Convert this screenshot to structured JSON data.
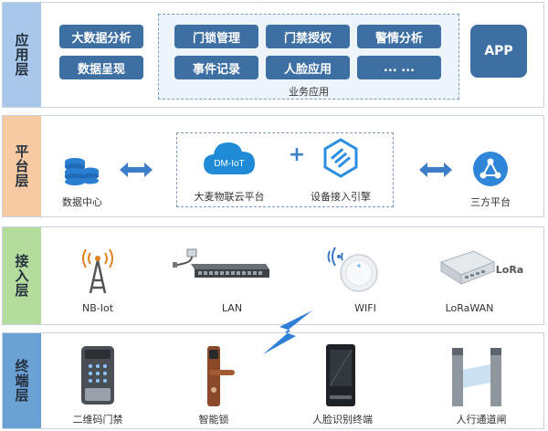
{
  "layers": {
    "app": {
      "label": "应用层",
      "left_buttons": [
        "大数据分析",
        "数据呈现"
      ],
      "business_buttons": [
        "门锁管理",
        "门禁授权",
        "警情分析",
        "事件记录",
        "人脸应用",
        "... ..."
      ],
      "business_caption": "业务应用",
      "app_label": "APP"
    },
    "platform": {
      "label": "平台层",
      "data_center": "数据中心",
      "cloud_logo": "DM-IoT",
      "cloud_platform": "大麦物联云平台",
      "engine": "设备接入引擎",
      "third_party": "三方平台",
      "plus": "+"
    },
    "access": {
      "label": "接入层",
      "items": [
        "NB-Iot",
        "LAN",
        "WIFI",
        "LoRaWAN"
      ],
      "lora_logo": "LoRa"
    },
    "terminal": {
      "label": "终端层",
      "items": [
        "二维码门禁",
        "智能锁",
        "人脸识别终端",
        "人行通道闸"
      ]
    }
  },
  "colors": {
    "button_blue": "#3e6fa3",
    "app_tag": "#a9c7ea",
    "platform_tag": "#f7c9a1",
    "access_tag": "#b4dc9d",
    "terminal_tag": "#6aa0d4"
  }
}
